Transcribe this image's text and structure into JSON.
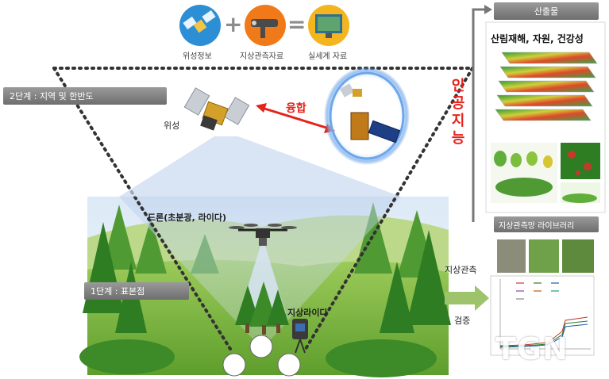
{
  "top_icons": {
    "satellite_label": "위성정보",
    "plus": "+",
    "ground_label": "지상관측자료",
    "equals": "=",
    "real_label": "실세계 자료"
  },
  "stage2_label": "2단계 : 지역 및 한반도",
  "stage1_label": "1단계 : 표본점",
  "satellite_text": "위성",
  "fusion_text": "융합",
  "ai_chars": [
    "인",
    "공",
    "지",
    "능"
  ],
  "drone_text": "드론(초분광, 라이다)",
  "lidar_text": "지상라이다",
  "output_title": "산출물",
  "output_subtitle": "산림재해, 자원, 건강성",
  "library_label": "지상관측망 라이브러리",
  "ground_obs_text": "지상관측",
  "verify_text": "검증",
  "watermark": "TGN",
  "colors": {
    "accent_red": "#e5231b",
    "forest_green": "#3f8f2a",
    "sky_blue": "#cfe0f5",
    "gray_bar": "#7a7a7a"
  }
}
